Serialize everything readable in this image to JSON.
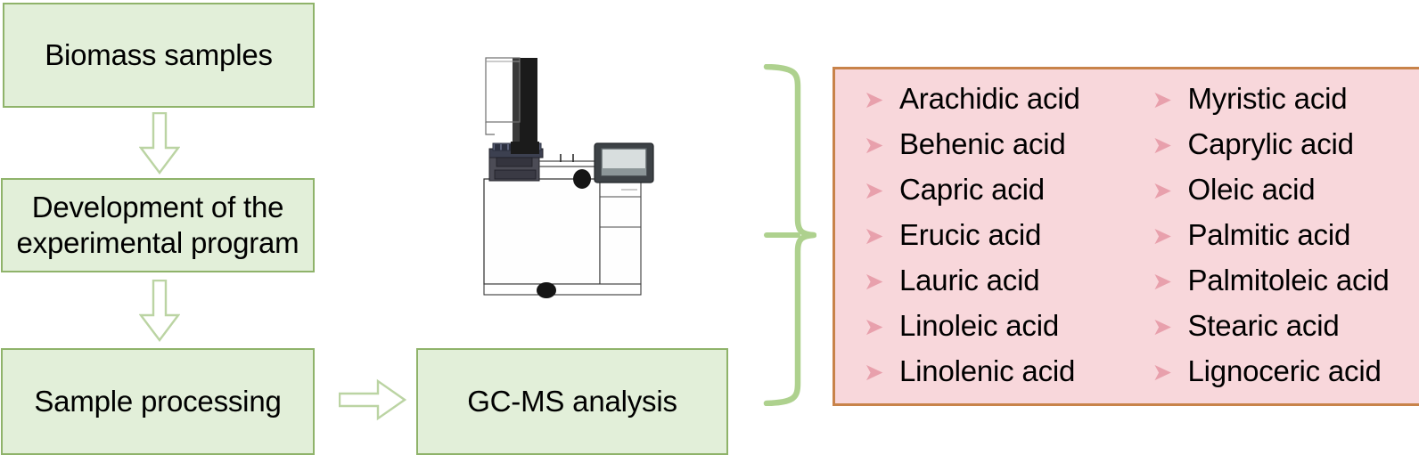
{
  "figure": {
    "type": "workflow-diagram",
    "colors": {
      "process_box_fill": "#E2EFD9",
      "process_box_border": "#8FB36A",
      "arrow_stroke": "#BBD4A3",
      "brace_stroke": "#AED18E",
      "analyte_panel_fill": "#F8D7DB",
      "analyte_panel_border": "#C8834A",
      "bullet_color": "#E8A0AC",
      "text_color": "#000000"
    }
  },
  "workflow": {
    "steps": [
      {
        "id": "biomass",
        "label": "Biomass samples"
      },
      {
        "id": "devprog",
        "label": "Development of the experimental program"
      },
      {
        "id": "sample",
        "label": "Sample processing"
      },
      {
        "id": "gcms",
        "label": "GC-MS analysis"
      }
    ],
    "connectors": [
      {
        "id": "arrow-down-1",
        "icon": "arrow-down-icon",
        "from": "biomass",
        "to": "devprog"
      },
      {
        "id": "arrow-down-2",
        "icon": "arrow-down-icon",
        "from": "devprog",
        "to": "sample"
      },
      {
        "id": "arrow-right-1",
        "icon": "arrow-right-icon",
        "from": "sample",
        "to": "gcms"
      },
      {
        "id": "brace",
        "icon": "curly-brace-icon",
        "from": "gcms",
        "to": "analyte-panel"
      }
    ]
  },
  "instrument": {
    "icon": "gc-ms-instrument-icon",
    "description": "GC-MS instrument with autosampler tower and touchscreen display"
  },
  "analytes": {
    "bullet_glyph": "➤",
    "columns": [
      {
        "id": "analyte-column-left",
        "items": [
          "Arachidic acid",
          "Behenic acid",
          "Capric acid",
          "Erucic acid",
          "Lauric acid",
          "Linoleic acid",
          "Linolenic acid"
        ]
      },
      {
        "id": "analyte-column-right",
        "items": [
          "Myristic acid",
          "Caprylic acid",
          "Oleic acid",
          "Palmitic acid",
          "Palmitoleic acid",
          "Stearic acid",
          "Lignoceric acid"
        ]
      }
    ]
  }
}
